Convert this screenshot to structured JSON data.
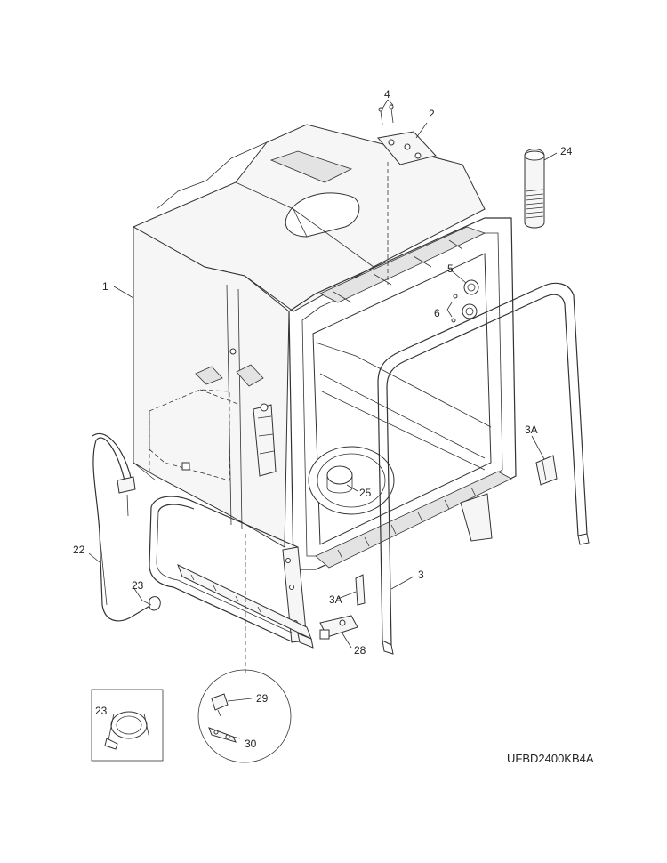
{
  "diagram_code": "UFBD2400KB4A",
  "callouts": {
    "c1": "1",
    "c2": "2",
    "c3": "3",
    "c3a_right": "3A",
    "c3a_bottom": "3A",
    "c4": "4",
    "c5": "5",
    "c6": "6",
    "c22": "22",
    "c23": "23",
    "c23_inset": "23",
    "c24": "24",
    "c25": "25",
    "c28": "28",
    "c29": "29",
    "c30": "30"
  }
}
